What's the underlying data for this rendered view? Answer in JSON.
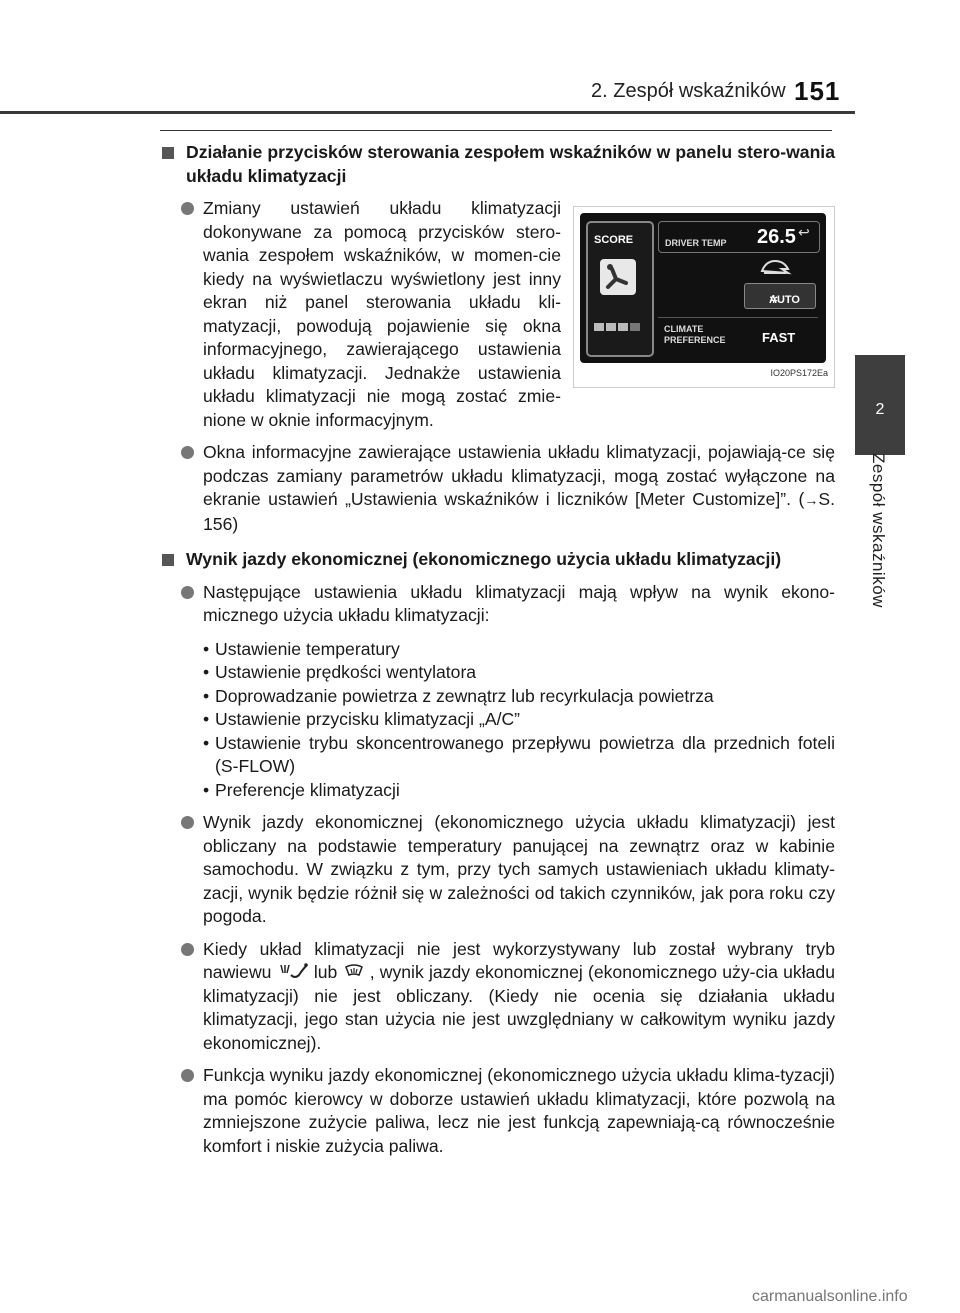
{
  "header": {
    "section_title": "2. Zespół wskaźników",
    "page_number": "151"
  },
  "side_tab": {
    "number": "2",
    "label": "Zespół wskaźników"
  },
  "section1": {
    "title": "Działanie przycisków sterowania zespołem wskaźników w panelu stero-wania układu klimatyzacji",
    "bullet1": "Zmiany ustawień układu klimatyzacji dokonywane za pomocą przycisków stero-wania zespołem wskaźników, w momen-cie kiedy na wyświetlaczu wyświetlony jest inny ekran niż panel sterowania układu kli-matyzacji, powodują pojawienie się okna informacyjnego, zawierającego ustawienia układu klimatyzacji. Jednakże ustawienia układu klimatyzacji nie mogą zostać zmie-nione w oknie informacyjnym.",
    "bullet2_text": "Okna informacyjne zawierające ustawienia układu klimatyzacji, pojawiają-ce się podczas zamiany parametrów układu klimatyzacji, mogą zostać wyłączone na ekranie ustawień „Ustawienia wskaźników i liczników [Meter Customize]”. (",
    "bullet2_ref": "S. 156)"
  },
  "figure": {
    "score_label": "SCORE",
    "driver_temp_label": "DRIVER TEMP",
    "temp_value": "26.5",
    "auto_label": "AUTO",
    "climate_label": "CLIMATE PREFERENCE",
    "fast_label": "FAST",
    "figure_code": "IO20PS172Ea"
  },
  "section2": {
    "title": "Wynik jazdy ekonomicznej (ekonomicznego użycia układu klimatyzacji)",
    "bullet1": "Następujące ustawienia układu klimatyzacji mają wpływ na wynik ekono-micznego użycia układu klimatyzacji:",
    "items": [
      "Ustawienie temperatury",
      "Ustawienie prędkości wentylatora",
      "Doprowadzanie powietrza z zewnątrz lub recyrkulacja powietrza",
      "Ustawienie przycisku klimatyzacji „A/C”",
      "Ustawienie trybu skoncentrowanego przepływu powietrza dla przednich foteli (S-FLOW)",
      "Preferencje klimatyzacji"
    ],
    "bullet2": "Wynik jazdy ekonomicznej (ekonomicznego użycia układu klimatyzacji) jest obliczany na podstawie temperatury panującej na zewnątrz oraz w kabinie samochodu. W związku z tym, przy tych samych ustawieniach układu klimaty-zacji, wynik będzie różnił się w zależności od takich czynników, jak pora roku czy pogoda.",
    "bullet3_part1": "Kiedy układ klimatyzacji nie jest wykorzystywany lub został wybrany tryb nawiewu",
    "bullet3_part2": "lub",
    "bullet3_part3": ", wynik jazdy ekonomicznej (ekonomicznego uży-cia układu klimatyzacji) nie jest obliczany. (Kiedy nie ocenia się działania układu klimatyzacji, jego stan użycia nie jest uwzględniany w całkowitym wyniku jazdy ekonomicznej).",
    "bullet4": "Funkcja wyniku jazdy ekonomicznej (ekonomicznego użycia układu klima-tyzacji) ma pomóc kierowcy w doborze ustawień układu klimatyzacji, które pozwolą na zmniejszone zużycie paliwa, lecz nie jest funkcją zapewniają-cą równocześnie komfort i niskie zużycia paliwa."
  },
  "watermark": "carmanualsonline.info"
}
